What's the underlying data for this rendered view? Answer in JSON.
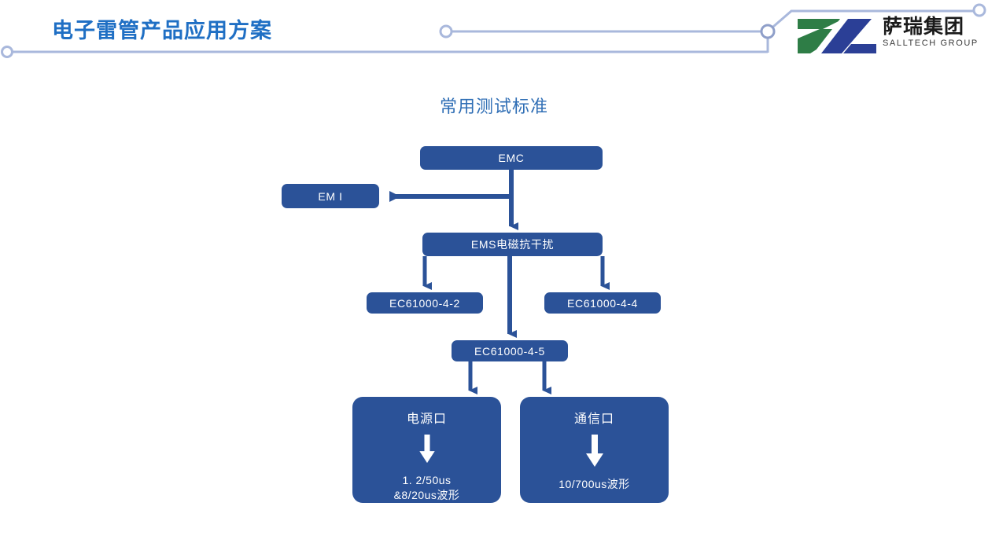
{
  "header": {
    "title": "电子雷管产品应用方案",
    "title_color": "#1F6FC4",
    "deco_line_color": "#A9B8DC",
    "logo": {
      "name_cn": "萨瑞集团",
      "name_en": "SALLTECH GROUP",
      "mark_green": "#2E7D46",
      "mark_blue": "#2B3F96"
    }
  },
  "slide": {
    "title": "常用测试标准",
    "title_color": "#2F6EB5",
    "node_fill": "#2B5298",
    "arrow_color": "#2B5298",
    "nodes": {
      "emc": "EMC",
      "emi": "EM I",
      "ems": "EMS电磁抗干扰",
      "iec_4_2": "EC61000-4-2",
      "iec_4_4": "EC61000-4-4",
      "iec_4_5": "EC61000-4-5",
      "power_port": {
        "title": "电源口",
        "line1": "1. 2/50us",
        "line2": "&8/20us波形"
      },
      "comm_port": {
        "title": "通信口",
        "line1": "10/700us波形"
      }
    }
  }
}
